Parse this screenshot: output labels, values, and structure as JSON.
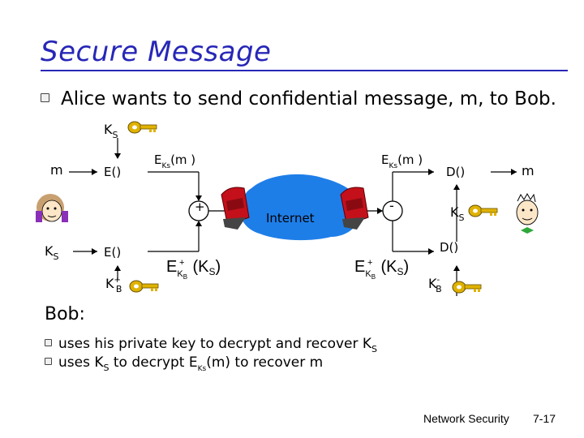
{
  "title": "Secure Message",
  "intro": "Alice wants to send confidential message, m, to Bob.",
  "diagram": {
    "ks_top": "K",
    "ks_top_sub": "S",
    "m_left": "m",
    "m_right": "m",
    "encrypt_top": "E()",
    "encrypt_bottom": "E()",
    "decrypt_top": "D()",
    "decrypt_bottom": "D()",
    "plus": "+",
    "minus": "-",
    "internet": "Internet",
    "eks_m_label_1": "E",
    "eks_m_sub_1": "Ks",
    "eks_m_tail_1": "(m )",
    "eks_m_label_2": "E",
    "eks_m_sub_2": "Ks",
    "eks_m_tail_2": "(m )",
    "ks_left": "K",
    "ks_left_sub": "S",
    "ks_right": "K",
    "ks_right_sub": "S",
    "kb_pub_label": "K",
    "kb_pub_sub": "B",
    "kb_pub_sup": "+",
    "kb_priv_label": "K",
    "kb_priv_sub": "B",
    "kb_priv_sup": "-",
    "formula_left": "E",
    "formula_left_sub": "K",
    "formula_left_subsub": "B",
    "formula_left_sup": "+",
    "formula_left_tail": "(K",
    "formula_left_tail_sub": "S",
    "formula_left_end": ")",
    "formula_right": "E",
    "formula_right_sub": "K",
    "formula_right_subsub": "B",
    "formula_right_sup": "+",
    "formula_right_tail": "(K",
    "formula_right_tail_sub": "S",
    "formula_right_end": ")"
  },
  "bob": {
    "heading": "Bob:",
    "line1_pre": "uses his private key to decrypt and recover K",
    "line1_sub": "S",
    "line2_pre": "uses K",
    "line2_sub1": "S",
    "line2_mid": " to decrypt E",
    "line2_sub2": "Ks",
    "line2_post": "(m) to recover m"
  },
  "footer": {
    "course": "Network Security",
    "page": "7-17"
  },
  "colors": {
    "title": "#2727b8",
    "cloud": "#1e7ee8",
    "router": "#c4101a",
    "key": "#e0b200"
  }
}
